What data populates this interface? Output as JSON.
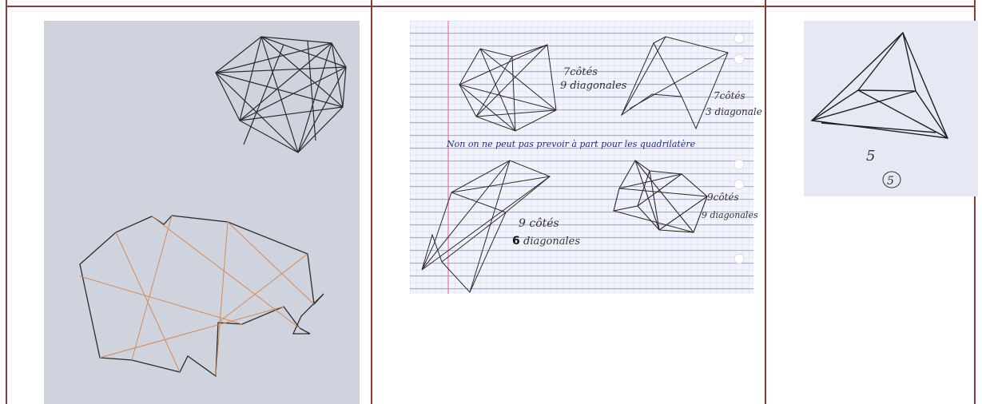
{
  "page": {
    "border_color": "#8b3a35",
    "paper_gray": "#d4d8e1",
    "grid_paper": "#f2f3fb"
  },
  "cells": [
    {
      "id": "scan-1",
      "content": "two-hand-drawn-polygons"
    },
    {
      "id": "scan-2",
      "annotations": {
        "top_left_label_line1": "7côtés",
        "top_left_label_line2": "9 diagonales",
        "top_right_label_line1": "7côtés",
        "top_right_label_line2": "3 diagonale",
        "sentence": "Non on ne peut pas prevoir à part pour les quadrilatère",
        "bottom_left_label_line1": "9 côtés",
        "bottom_left_label_line2_num": "6",
        "bottom_left_label_line2_word": "diagonales",
        "bottom_right_label_line1": "9côtés",
        "bottom_right_label_line2": "9 diagonales"
      }
    },
    {
      "id": "scan-3",
      "annotations": {
        "number": "5",
        "circled_number": "5"
      }
    }
  ]
}
